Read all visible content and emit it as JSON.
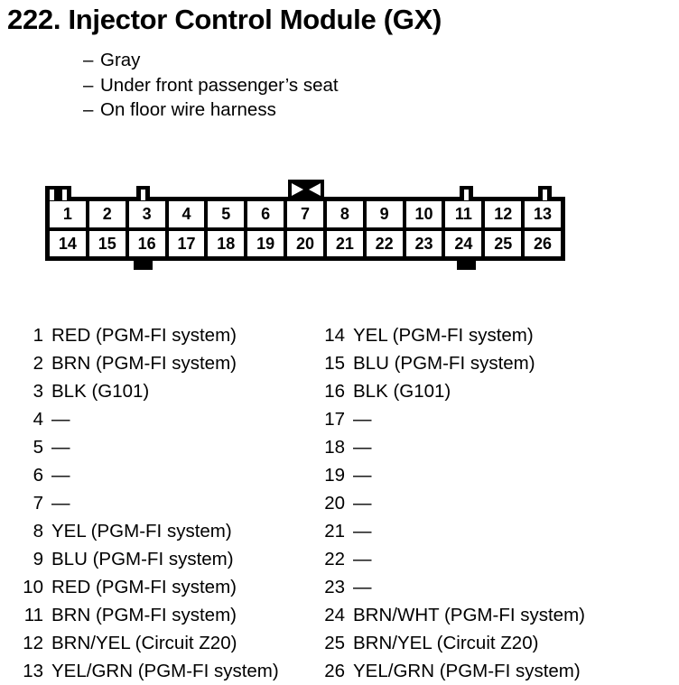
{
  "title": "222.  Injector Control Module (GX)",
  "bullets": [
    {
      "dash": "–",
      "text": "Gray"
    },
    {
      "dash": "–",
      "text": "Under front passenger’s seat"
    },
    {
      "dash": "–",
      "text": "On floor wire harness"
    }
  ],
  "connector": {
    "top_row": [
      "1",
      "2",
      "3",
      "4",
      "5",
      "6",
      "7",
      "8",
      "9",
      "10",
      "11",
      "12",
      "13"
    ],
    "bottom_row": [
      "14",
      "15",
      "16",
      "17",
      "18",
      "19",
      "20",
      "21",
      "22",
      "23",
      "24",
      "25",
      "26"
    ],
    "key_position_above_pin": "7",
    "top_tabs_above_pins": [
      "1",
      "3",
      "11",
      "13"
    ],
    "bottom_tabs_below_pins": [
      "16",
      "24"
    ],
    "body_color": "#000000",
    "cell_color": "#ffffff"
  },
  "pins_left": [
    {
      "num": "1",
      "desc": "RED (PGM-FI system)"
    },
    {
      "num": "2",
      "desc": "BRN (PGM-FI system)"
    },
    {
      "num": "3",
      "desc": "BLK (G101)"
    },
    {
      "num": "4",
      "desc": "—"
    },
    {
      "num": "5",
      "desc": "—"
    },
    {
      "num": "6",
      "desc": "—"
    },
    {
      "num": "7",
      "desc": "—"
    },
    {
      "num": "8",
      "desc": "YEL (PGM-FI system)"
    },
    {
      "num": "9",
      "desc": "BLU (PGM-FI system)"
    },
    {
      "num": "10",
      "desc": "RED (PGM-FI system)"
    },
    {
      "num": "11",
      "desc": "BRN (PGM-FI system)"
    },
    {
      "num": "12",
      "desc": "BRN/YEL (Circuit Z20)"
    },
    {
      "num": "13",
      "desc": "YEL/GRN (PGM-FI system)"
    }
  ],
  "pins_right": [
    {
      "num": "14",
      "desc": "YEL (PGM-FI system)"
    },
    {
      "num": "15",
      "desc": "BLU (PGM-FI system)"
    },
    {
      "num": "16",
      "desc": "BLK (G101)"
    },
    {
      "num": "17",
      "desc": "—"
    },
    {
      "num": "18",
      "desc": "—"
    },
    {
      "num": "19",
      "desc": "—"
    },
    {
      "num": "20",
      "desc": "—"
    },
    {
      "num": "21",
      "desc": "—"
    },
    {
      "num": "22",
      "desc": "—"
    },
    {
      "num": "23",
      "desc": "—"
    },
    {
      "num": "24",
      "desc": "BRN/WHT (PGM-FI system)"
    },
    {
      "num": "25",
      "desc": "BRN/YEL (Circuit Z20)"
    },
    {
      "num": "26",
      "desc": "YEL/GRN (PGM-FI system)"
    }
  ]
}
